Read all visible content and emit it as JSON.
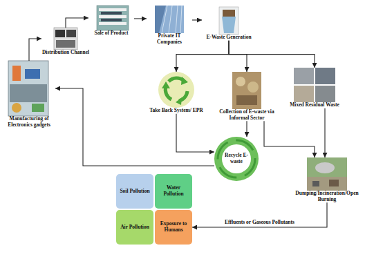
{
  "diagram": {
    "nodes": [
      {
        "text": [
          "Manufacturing of Electronics gadgets"
        ]
      },
      {
        "text": [
          "Distribution Channel"
        ]
      },
      {
        "text": [
          "Sale of Product"
        ]
      },
      {
        "text": [
          "Private IT Companies"
        ]
      },
      {
        "text": [
          "E-Waste Generation"
        ]
      },
      {
        "text": [
          "Take Back System/ EPR"
        ]
      },
      {
        "text": [
          "Collection of E-waste via Informal Sector"
        ]
      },
      {
        "text": [
          "Mixed Residual Waste"
        ]
      },
      {
        "text": [
          "Recycle E-waste"
        ]
      },
      {
        "text": [
          "Dumping/Incineration/Open Burning"
        ]
      },
      {
        "text": [
          "Soil Pollution"
        ]
      },
      {
        "text": [
          "Water Pollution"
        ]
      },
      {
        "text": [
          "Air Pollution"
        ]
      },
      {
        "text": [
          "Exposure to Humans"
        ]
      }
    ],
    "edges": [
      {
        "from": 0,
        "to": 1,
        "arrow": "to"
      },
      {
        "from": 1,
        "to": 2,
        "arrow": "to"
      },
      {
        "from": 2,
        "to": 3,
        "arrow": "to"
      },
      {
        "from": 3,
        "to": 4,
        "arrow": "to"
      },
      {
        "from": 4,
        "to": 5,
        "arrow": "to"
      },
      {
        "from": 4,
        "to": 6,
        "arrow": "to"
      },
      {
        "from": 4,
        "to": 7,
        "arrow": "to"
      },
      {
        "from": 5,
        "to": 8,
        "arrow": "to"
      },
      {
        "from": 6,
        "to": 8,
        "arrow": "to"
      },
      {
        "from": 6,
        "to": 9,
        "arrow": "to"
      },
      {
        "from": 7,
        "to": 9,
        "arrow": "to"
      },
      {
        "from": 8,
        "to": 0,
        "arrow": "to"
      },
      {
        "from": 9,
        "to": 13,
        "label": "Effluents or Gaseous Pollutants",
        "arrow": "to"
      }
    ]
  }
}
